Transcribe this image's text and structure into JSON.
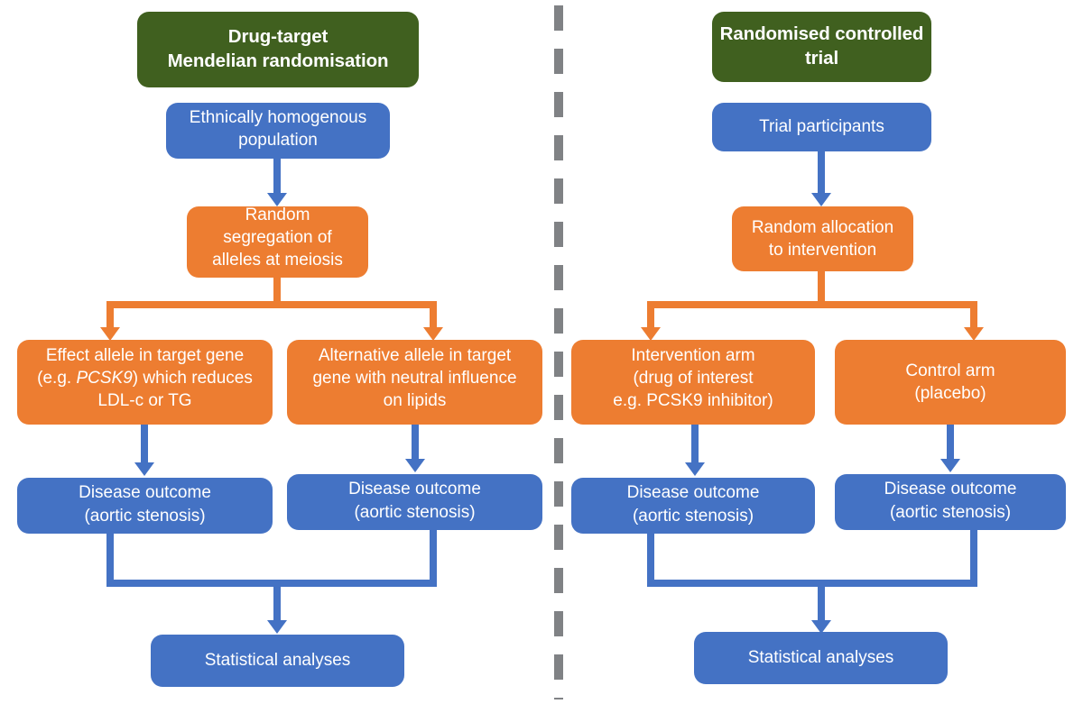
{
  "diagram": {
    "title": "Drug-target Mendelian randomisation compared with randomised controlled trial",
    "colors": {
      "header_green": "#40601f",
      "blue": "#4472c4",
      "orange": "#ed7d31",
      "divider_grey": "#808285",
      "background": "#ffffff",
      "text": "#ffffff"
    },
    "divider": {
      "style": "vertical dashed line",
      "color": "#808285"
    }
  },
  "left_column": {
    "header": "Drug-target\nMendelian randomisation",
    "nodes": [
      {
        "id": "ethnically-homogenous-population",
        "type": "blue",
        "text": "Ethnically homogenous\npopulation",
        "clipped": true
      },
      {
        "id": "random-segregation",
        "type": "orange",
        "text": "Random\nsegregation of\nalleles at meiosis",
        "clipped": true
      },
      {
        "id": "effect-allele",
        "type": "orange",
        "text_parts": [
          "Effect allele in target gene\n(e.g. ",
          "PCSK9",
          ") which reduces\nLDL-c or TG"
        ],
        "text": "Effect allele in target gene\n(e.g. PCSK9) which reduces\nLDL-c or TG",
        "italic_word": "PCSK9",
        "clipped": true
      },
      {
        "id": "alternative-allele",
        "type": "orange",
        "text": "Alternative allele in target\ngene with neutral influence\non lipids",
        "clipped": true
      },
      {
        "id": "disease-outcome-left",
        "type": "blue",
        "text": "Disease outcome\n(aortic stenosis)",
        "clipped": true
      },
      {
        "id": "disease-outcome-right",
        "type": "blue",
        "text": "Disease outcome\n(aortic stenosis)",
        "clipped": true
      },
      {
        "id": "statistical-analyses-left",
        "type": "blue",
        "text": "Statistical analyses",
        "clipped": false
      }
    ]
  },
  "right_column": {
    "header": "Randomised controlled\ntrial",
    "nodes": [
      {
        "id": "trial-participants",
        "type": "blue",
        "text": "Trial participants",
        "clipped": false
      },
      {
        "id": "random-allocation",
        "type": "orange",
        "text": "Random allocation\nto intervention",
        "clipped": false
      },
      {
        "id": "intervention-arm",
        "type": "orange",
        "text": "Intervention arm\n(drug of interest\ne.g. PCSK9 inhibitor)",
        "clipped": true
      },
      {
        "id": "control-arm",
        "type": "orange",
        "text": "Control arm\n(placebo)",
        "clipped": false
      },
      {
        "id": "disease-outcome-intervention",
        "type": "blue",
        "text": "Disease outcome\n(aortic stenosis)",
        "clipped": true
      },
      {
        "id": "disease-outcome-control",
        "type": "blue",
        "text": "Disease outcome\n(aortic stenosis)",
        "clipped": true
      },
      {
        "id": "statistical-analyses-right",
        "type": "blue",
        "text": "Statistical analyses",
        "clipped": false
      }
    ]
  }
}
